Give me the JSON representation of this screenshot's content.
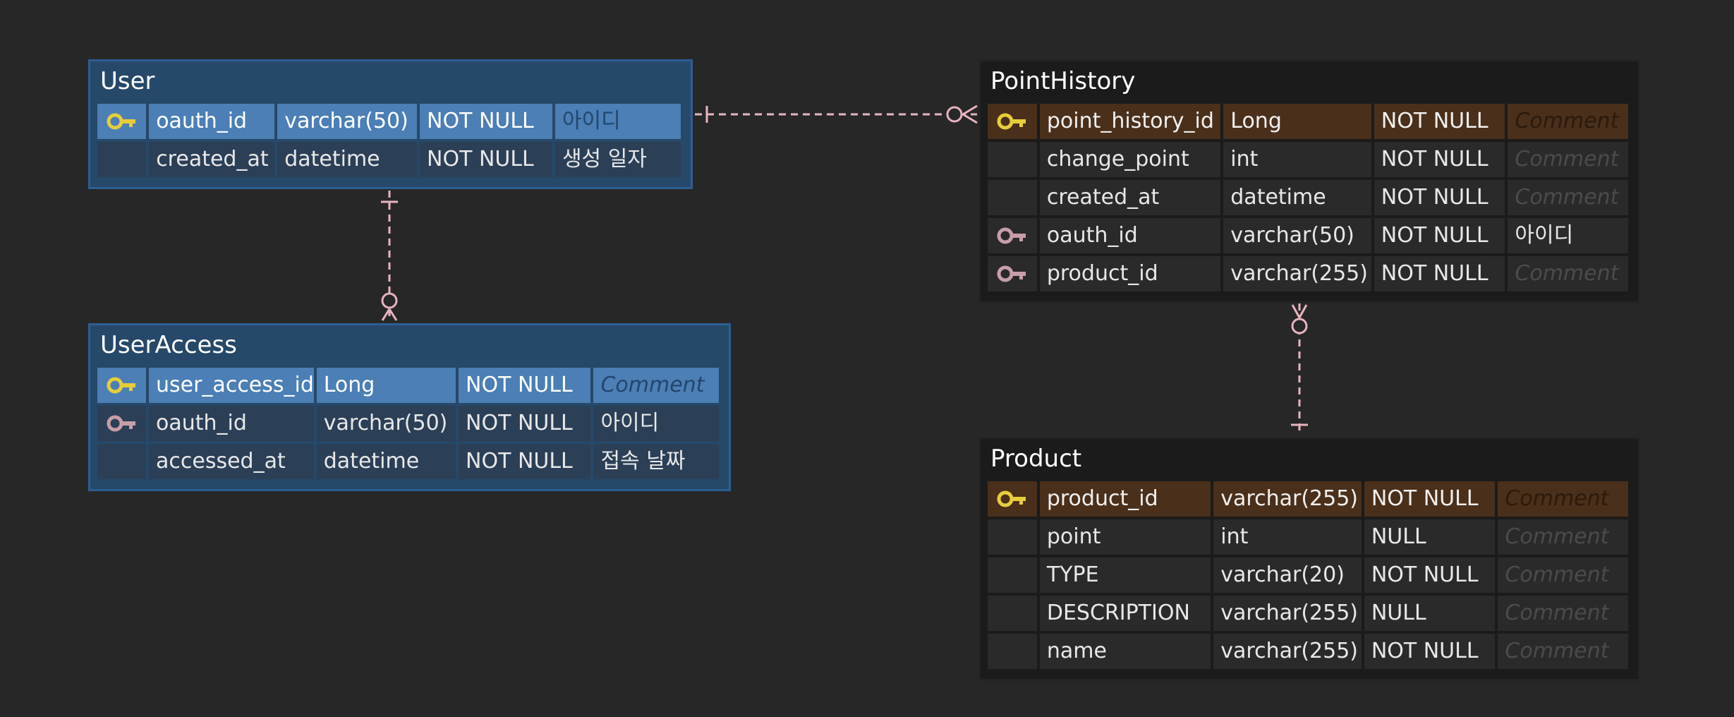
{
  "colors": {
    "background": "#272727",
    "blue_table_bg": "#264869",
    "blue_pk_row": "#4b7fb5",
    "dark_table_bg": "#1b1b1b",
    "dark_pk_row": "#4a2f1a",
    "relation_line": "#e8b4bf",
    "primary_key_icon": "#e7cd3b",
    "foreign_key_icon": "#c89ea8"
  },
  "tables": {
    "user": {
      "name": "User",
      "rows": [
        {
          "key": "primary",
          "name": "oauth_id",
          "type": "varchar(50)",
          "null": "NOT NULL",
          "comment": "아이디"
        },
        {
          "key": "",
          "name": "created_at",
          "type": "datetime",
          "null": "NOT NULL",
          "comment": "생성 일자"
        }
      ]
    },
    "user_access": {
      "name": "UserAccess",
      "rows": [
        {
          "key": "primary",
          "name": "user_access_id",
          "type": "Long",
          "null": "NOT NULL",
          "comment": "Comment"
        },
        {
          "key": "foreign",
          "name": "oauth_id",
          "type": "varchar(50)",
          "null": "NOT NULL",
          "comment": "아이디"
        },
        {
          "key": "",
          "name": "accessed_at",
          "type": "datetime",
          "null": "NOT NULL",
          "comment": "접속 날짜"
        }
      ]
    },
    "point_history": {
      "name": "PointHistory",
      "rows": [
        {
          "key": "primary",
          "name": "point_history_id",
          "type": "Long",
          "null": "NOT NULL",
          "comment": "Comment"
        },
        {
          "key": "",
          "name": "change_point",
          "type": "int",
          "null": "NOT NULL",
          "comment": "Comment"
        },
        {
          "key": "",
          "name": "created_at",
          "type": "datetime",
          "null": "NOT NULL",
          "comment": "Comment"
        },
        {
          "key": "foreign",
          "name": "oauth_id",
          "type": "varchar(50)",
          "null": "NOT NULL",
          "comment": "아이디"
        },
        {
          "key": "foreign",
          "name": "product_id",
          "type": "varchar(255)",
          "null": "NOT NULL",
          "comment": "Comment"
        }
      ]
    },
    "product": {
      "name": "Product",
      "rows": [
        {
          "key": "primary",
          "name": "product_id",
          "type": "varchar(255)",
          "null": "NOT NULL",
          "comment": "Comment"
        },
        {
          "key": "",
          "name": "point",
          "type": "int",
          "null": "NULL",
          "comment": "Comment"
        },
        {
          "key": "",
          "name": "TYPE",
          "type": "varchar(20)",
          "null": "NOT NULL",
          "comment": "Comment"
        },
        {
          "key": "",
          "name": "DESCRIPTION",
          "type": "varchar(255)",
          "null": "NULL",
          "comment": "Comment"
        },
        {
          "key": "",
          "name": "name",
          "type": "varchar(255)",
          "null": "NOT NULL",
          "comment": "Comment"
        }
      ]
    }
  },
  "relationships": [
    {
      "from": "User",
      "to": "UserAccess",
      "from_end": "one-mandatory",
      "to_end": "zero-or-many"
    },
    {
      "from": "User",
      "to": "PointHistory",
      "from_end": "one-mandatory",
      "to_end": "zero-or-many"
    },
    {
      "from": "Product",
      "to": "PointHistory",
      "from_end": "one-mandatory",
      "to_end": "zero-or-many"
    }
  ]
}
